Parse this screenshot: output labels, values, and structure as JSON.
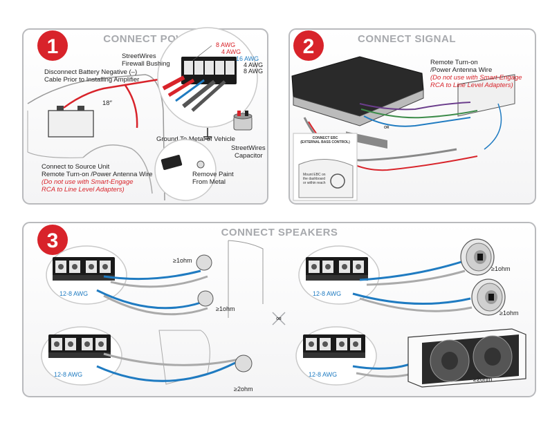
{
  "colors": {
    "accent": "#d8232a",
    "blue": "#1f7bc1",
    "panel_border": "#b9babd",
    "title_gray": "#a7a9ad",
    "body": "#222222"
  },
  "step1": {
    "number": "1",
    "title": "CONNECT POWER",
    "awg": [
      "8 AWG",
      "4 AWG",
      "16 AWG",
      "4 AWG",
      "8 AWG"
    ],
    "firewall": [
      "StreetWires",
      "Firewall Bushing"
    ],
    "battery": [
      "Disconnect Battery Negative (–)",
      "Cable Prior to Installing Amplifier"
    ],
    "ground": "Ground To Metal of Vehicle",
    "capacitor": [
      "StreetWires",
      "Capacitor"
    ],
    "source": [
      "Connect to Source Unit",
      "Remote Turn-on /Power Antenna Wire"
    ],
    "source_note": [
      "(Do not use with Smart-Engage",
      "RCA to Line Level Adapters)"
    ],
    "paint": [
      "Remove Paint",
      "From Metal"
    ],
    "dimension": "18″"
  },
  "step2": {
    "number": "2",
    "title": "CONNECT SIGNAL",
    "remote": [
      "Remote Turn-on",
      "/Power Antenna Wire"
    ],
    "remote_note": [
      "(Do not use with Smart-Engage",
      "RCA to Line Level Adapters)"
    ],
    "or": "OR",
    "ebc_title": [
      "CONNECT EBC",
      "(EXTERNAL BASS CONTROL)"
    ],
    "ebc_note": [
      "Mount EBC on",
      "the dashboard",
      "or within reach"
    ]
  },
  "step3": {
    "number": "3",
    "title": "CONNECT SPEAKERS",
    "or": "OR",
    "awg": "12-8 AWG",
    "ohm1": "≥1ohm",
    "ohm2": "≥2ohm"
  }
}
